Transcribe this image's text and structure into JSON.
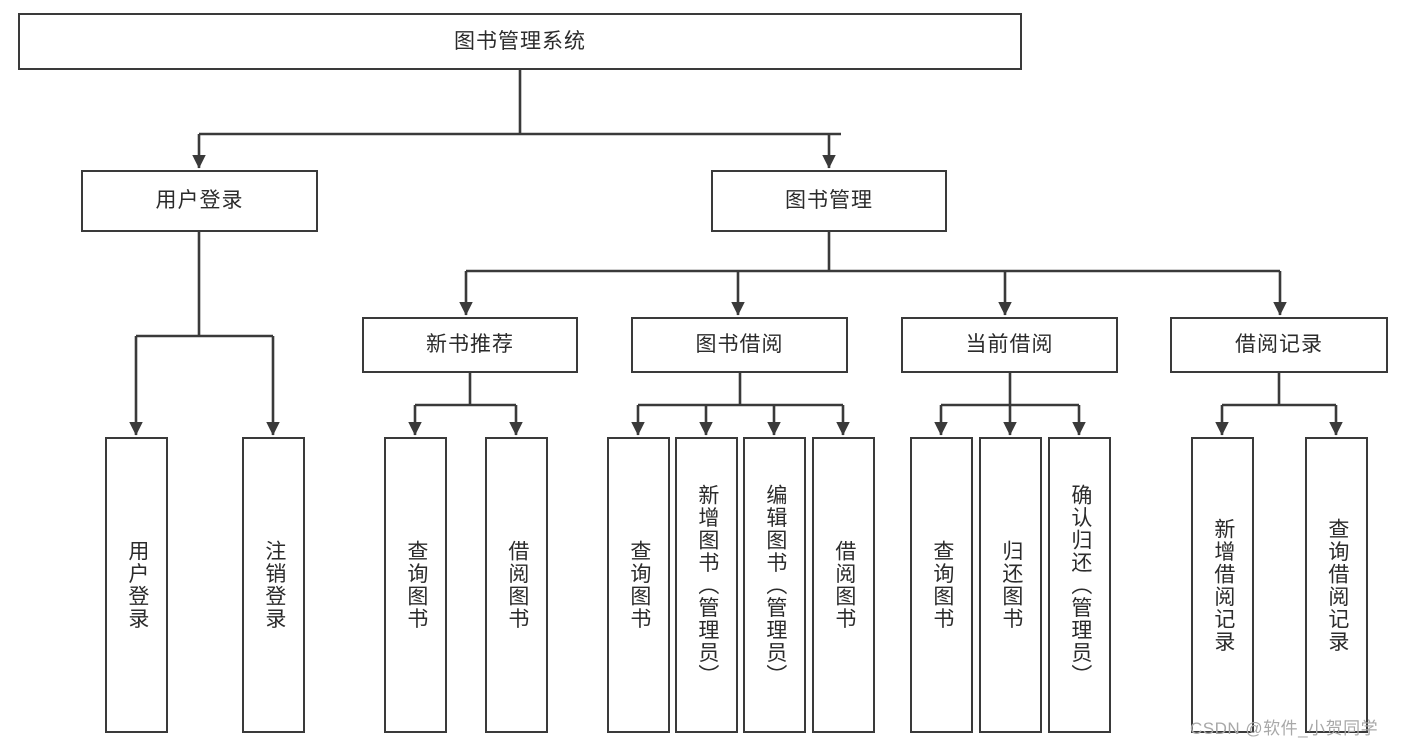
{
  "diagram": {
    "type": "tree-hierarchy-chart",
    "title": "图书管理系统",
    "orientation": "top-down",
    "colors": {
      "box_border": "#3a3a3a",
      "box_fill": "#ffffff",
      "connector": "#3a3a3a",
      "text": "#2b2b2b",
      "watermark": "#a8a8a8",
      "background": "#ffffff"
    },
    "nodes": {
      "root": {
        "label": "图书管理系统",
        "level": 0,
        "orientation": "horizontal"
      },
      "l1": [
        {
          "id": "user-login",
          "label": "用户登录",
          "level": 1,
          "orientation": "horizontal"
        },
        {
          "id": "book-management",
          "label": "图书管理",
          "level": 1,
          "orientation": "horizontal"
        }
      ],
      "l2": [
        {
          "id": "new-book-recommend",
          "label": "新书推荐",
          "level": 2,
          "orientation": "horizontal"
        },
        {
          "id": "book-borrow",
          "label": "图书借阅",
          "level": 2,
          "orientation": "horizontal"
        },
        {
          "id": "current-borrow",
          "label": "当前借阅",
          "level": 2,
          "orientation": "horizontal"
        },
        {
          "id": "borrow-record",
          "label": "借阅记录",
          "level": 2,
          "orientation": "horizontal"
        }
      ],
      "leaves": [
        {
          "id": "leaf-user-login",
          "label": "用户登录",
          "parent": "user-login",
          "orientation": "vertical"
        },
        {
          "id": "leaf-user-logout",
          "label": "注销登录",
          "parent": "user-login",
          "orientation": "vertical"
        },
        {
          "id": "leaf-query-book-1",
          "label": "查询图书",
          "parent": "new-book-recommend",
          "orientation": "vertical"
        },
        {
          "id": "leaf-borrow-book-1",
          "label": "借阅图书",
          "parent": "new-book-recommend",
          "orientation": "vertical"
        },
        {
          "id": "leaf-query-book-2",
          "label": "查询图书",
          "parent": "book-borrow",
          "orientation": "vertical"
        },
        {
          "id": "leaf-add-book",
          "label": "新增图书（管理员）",
          "parent": "book-borrow",
          "orientation": "vertical"
        },
        {
          "id": "leaf-edit-book",
          "label": "编辑图书（管理员）",
          "parent": "book-borrow",
          "orientation": "vertical"
        },
        {
          "id": "leaf-borrow-book-2",
          "label": "借阅图书",
          "parent": "book-borrow",
          "orientation": "vertical"
        },
        {
          "id": "leaf-query-book-3",
          "label": "查询图书",
          "parent": "current-borrow",
          "orientation": "vertical"
        },
        {
          "id": "leaf-return-book",
          "label": "归还图书",
          "parent": "current-borrow",
          "orientation": "vertical"
        },
        {
          "id": "leaf-confirm-return",
          "label": "确认归还（管理员）",
          "parent": "current-borrow",
          "orientation": "vertical"
        },
        {
          "id": "leaf-add-borrow-record",
          "label": "新增借阅记录",
          "parent": "borrow-record",
          "orientation": "vertical"
        },
        {
          "id": "leaf-query-borrow-record",
          "label": "查询借阅记录",
          "parent": "borrow-record",
          "orientation": "vertical"
        }
      ]
    },
    "watermark": "CSDN @软件_小贺同学"
  }
}
